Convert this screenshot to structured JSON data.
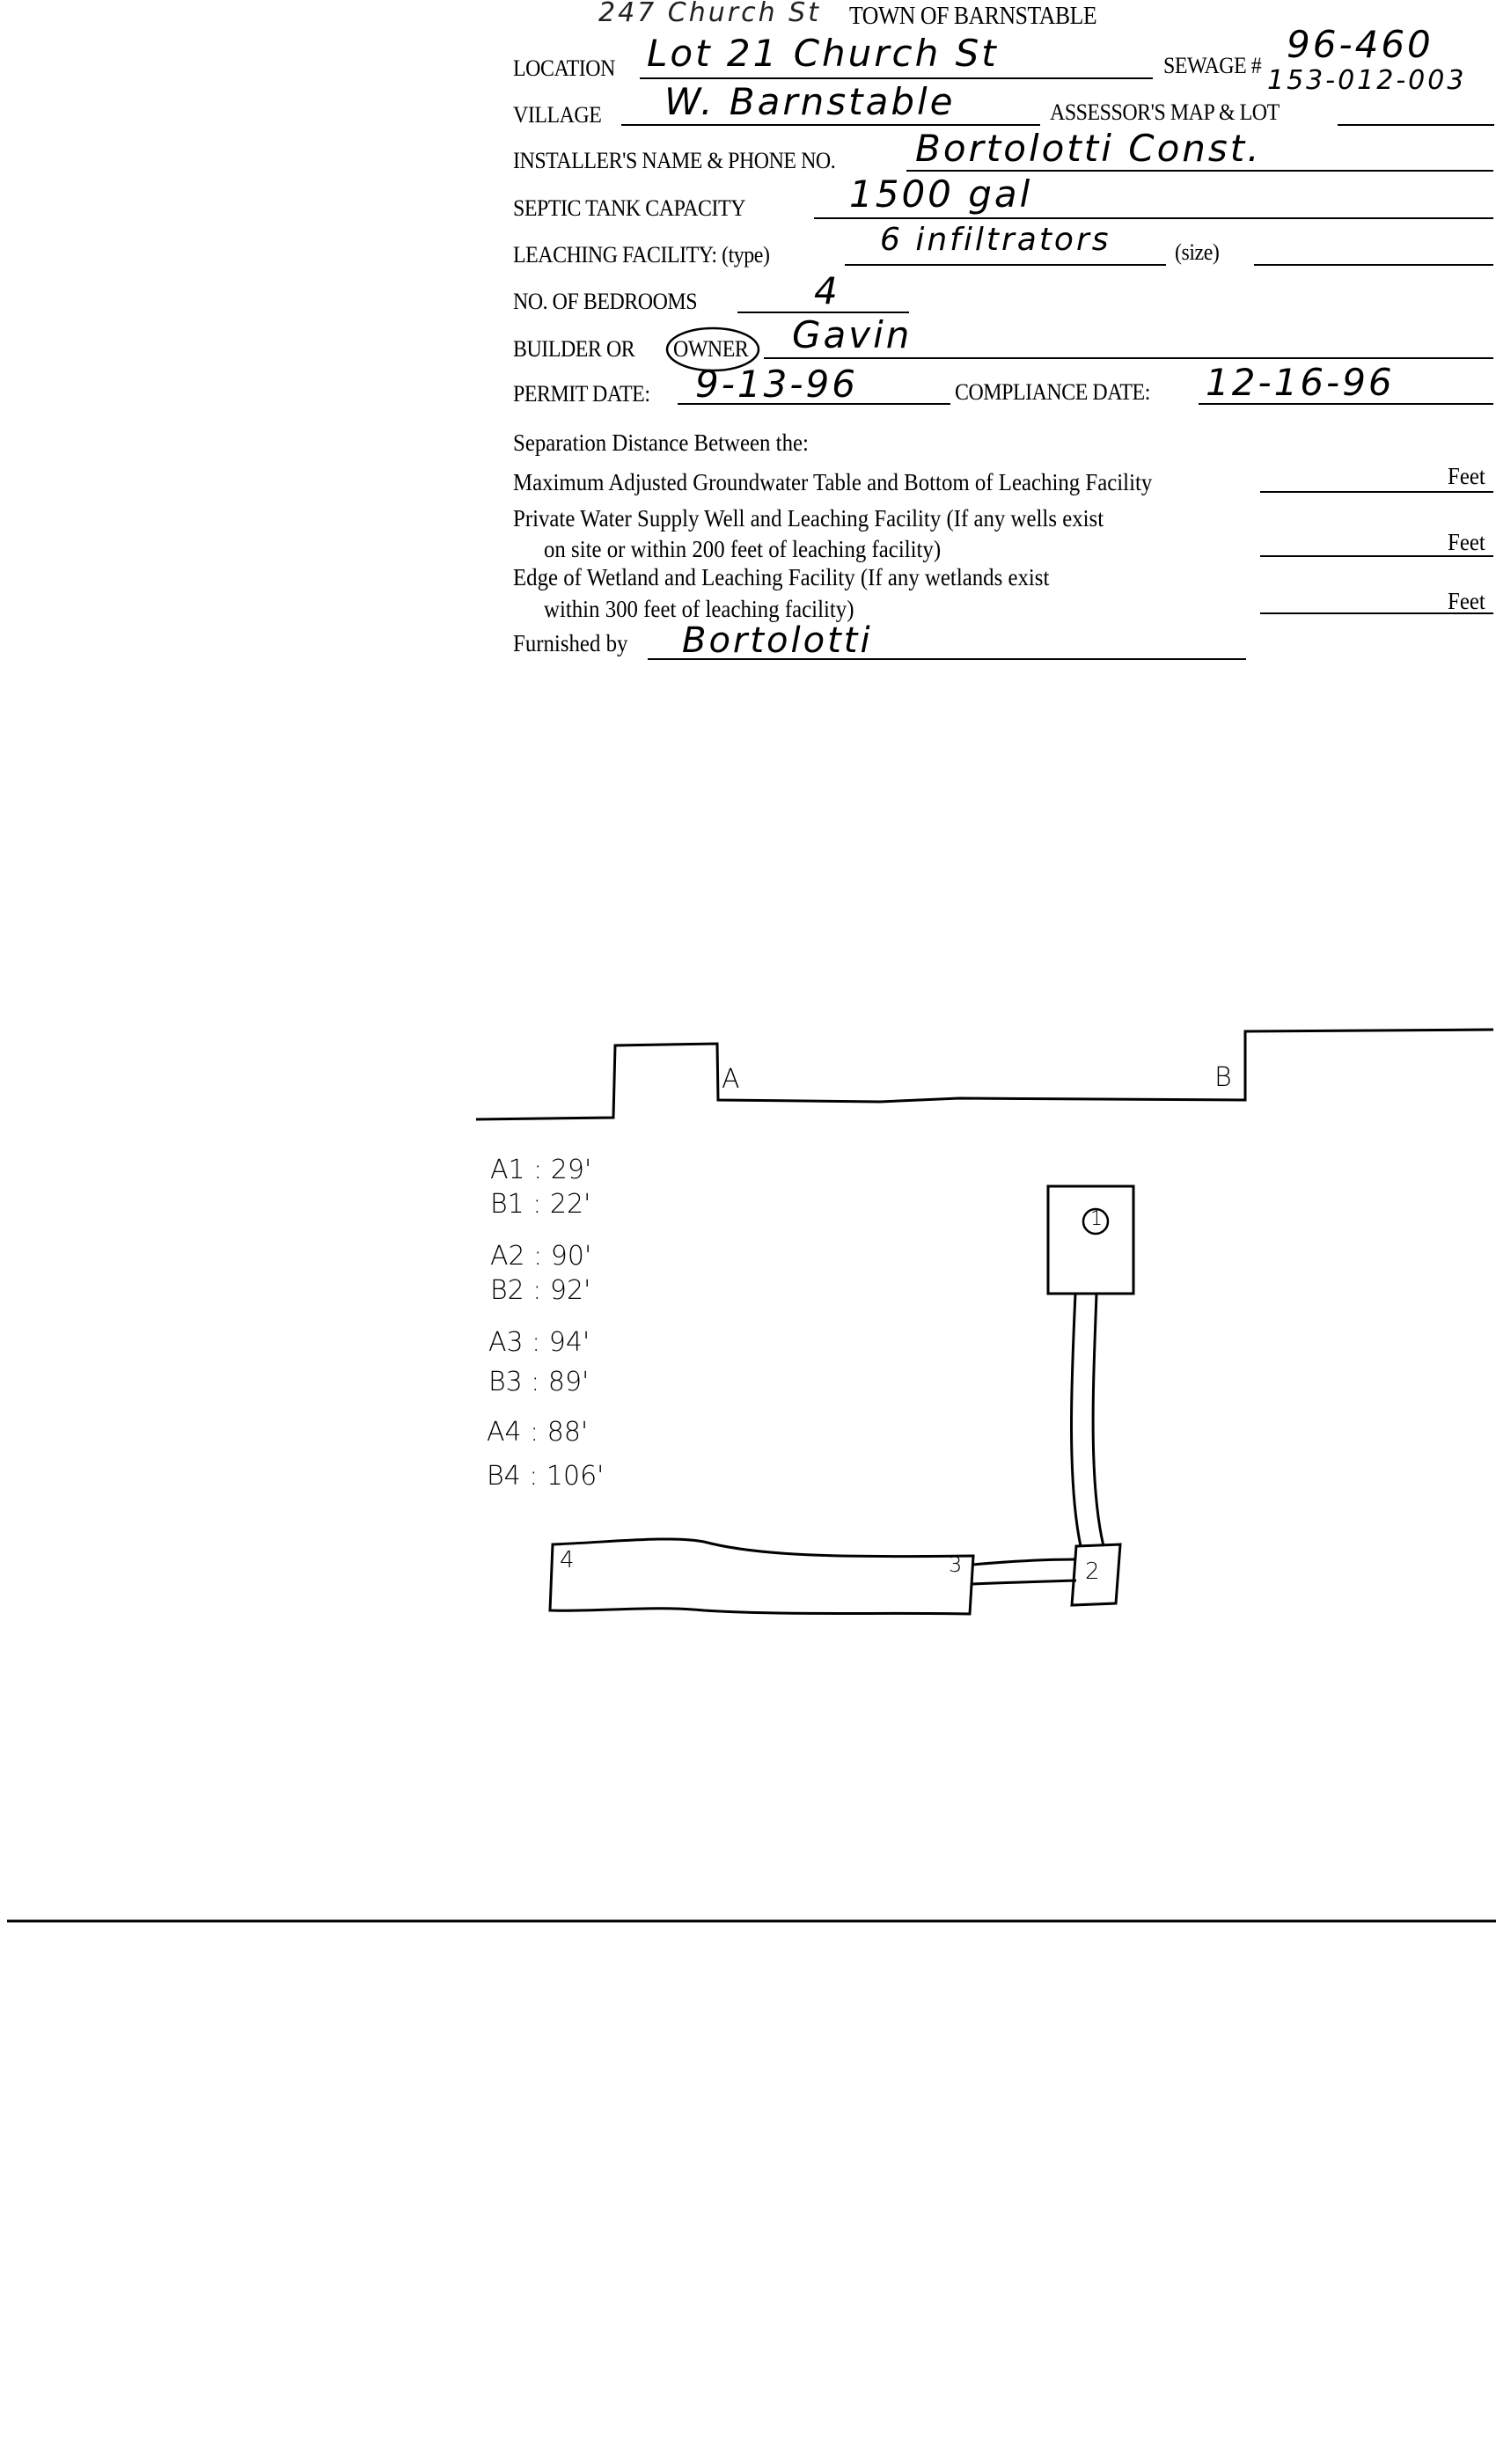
{
  "form": {
    "header_note": "247 Church St",
    "title": "TOWN OF BARNSTABLE",
    "fields": {
      "location": {
        "label": "LOCATION",
        "value": "Lot 21 Church St"
      },
      "sewage": {
        "label": "SEWAGE #",
        "value": "96-460"
      },
      "village": {
        "label": "VILLAGE",
        "value": "W. Barnstable"
      },
      "assessor": {
        "label": "ASSESSOR'S MAP & LOT",
        "value": "153-012-003"
      },
      "installer": {
        "label": "INSTALLER'S NAME & PHONE NO.",
        "value": "Bortolotti Const."
      },
      "septic": {
        "label": "SEPTIC TANK CAPACITY",
        "value": "1500 gal"
      },
      "leaching": {
        "label": "LEACHING FACILITY: (type)",
        "value": "6 infiltrators",
        "size_label": "(size)"
      },
      "bedrooms": {
        "label": "NO. OF BEDROOMS",
        "value": "4"
      },
      "builder": {
        "label": "BUILDER OR",
        "owner_label": "OWNER",
        "value": "Gavin"
      },
      "permit": {
        "label": "PERMIT DATE:",
        "value": "9-13-96"
      },
      "compliance": {
        "label": "COMPLIANCE DATE:",
        "value": "12-16-96"
      }
    },
    "separation": {
      "heading": "Separation Distance Between the:",
      "rows": [
        {
          "line1": "Maximum Adjusted Groundwater Table and Bottom of Leaching Facility",
          "line2": "",
          "unit": "Feet"
        },
        {
          "line1": "Private Water Supply Well and Leaching Facility  (If any wells exist",
          "line2": "on site or within 200 feet of leaching facility)",
          "unit": "Feet"
        },
        {
          "line1": "Edge of Wetland and Leaching Facility (If any wetlands exist",
          "line2": "within 300 feet of leaching facility)",
          "unit": "Feet"
        }
      ],
      "furnished_label": "Furnished by",
      "furnished_value": "Bortolotti"
    }
  },
  "sketch": {
    "ref_a": "A",
    "ref_b": "B",
    "measurements": [
      "A1 : 29'",
      "B1 : 22'",
      "A2 : 90'",
      "B2 : 92'",
      "A3 : 94'",
      "B3 : 89'",
      "A4 : 88'",
      "B4 : 106'"
    ],
    "tank_label": "1",
    "dbox_label": "2",
    "field_end_label": "3",
    "field_start_label": "4"
  }
}
